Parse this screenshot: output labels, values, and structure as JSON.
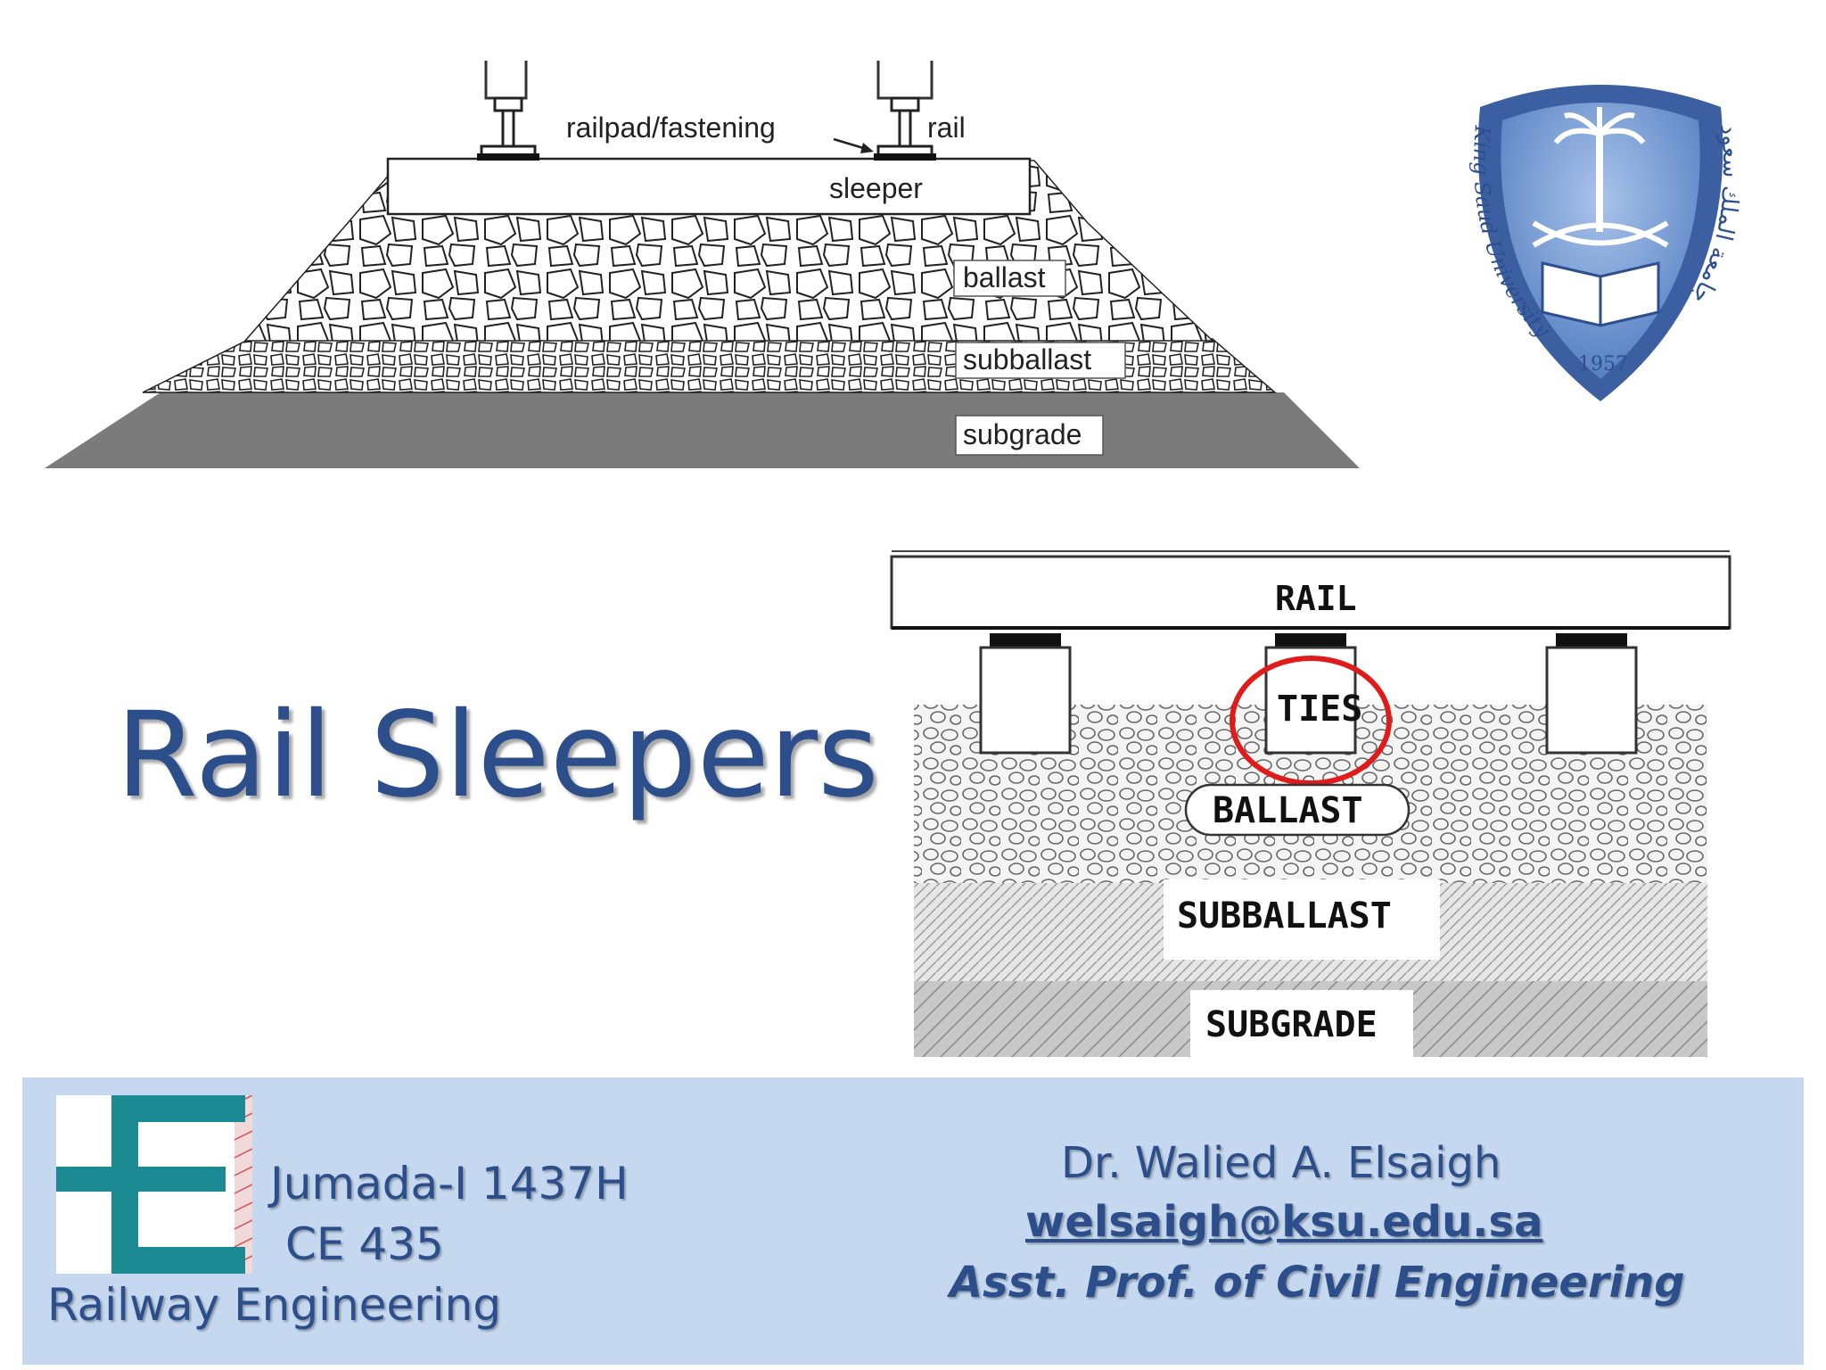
{
  "slide": {
    "title": "Rail Sleepers"
  },
  "diagram_top": {
    "labels": {
      "railpad": "railpad/fastening",
      "rail": "rail",
      "sleeper": "sleeper",
      "ballast": "ballast",
      "subballast": "subballast",
      "subgrade": "subgrade"
    }
  },
  "diagram_bottom": {
    "labels": {
      "rail": "RAIL",
      "ties": "TIES",
      "ballast": "BALLAST",
      "subballast": "SUBBALLAST",
      "subgrade": "SUBGRADE"
    },
    "highlight_color": "#e01b1b"
  },
  "logo": {
    "name": "King Saud University",
    "arc_text_en": "King Saud University",
    "year": "1957",
    "arc_text_ar": "جامعة الملك سعود",
    "shield_color": "#5b86c6"
  },
  "footer": {
    "date": "Jumada-I 1437H",
    "course": "CE 435",
    "subject": "Railway Engineering",
    "author": "Dr. Walied A. Elsaigh",
    "email": "welsaigh@ksu.edu.sa",
    "position": "Asst. Prof. of Civil Engineering",
    "accent_color": "#1c8a92",
    "bg_color": "#c5d8ef"
  }
}
